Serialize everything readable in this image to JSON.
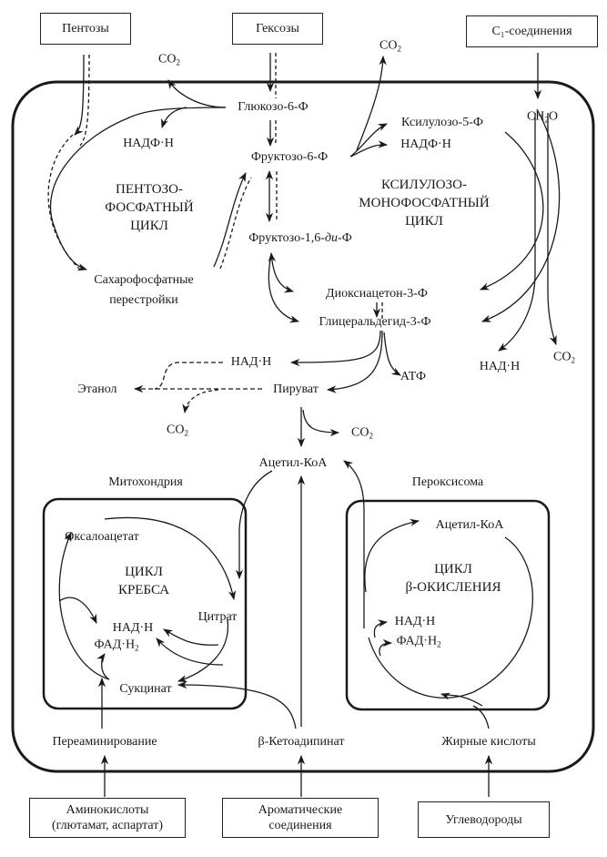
{
  "diagram": {
    "title": "Метаболические пути (клетка)",
    "input_boxes": {
      "pentoses": "Пентозы",
      "hexoses": "Гексозы",
      "c1_compounds": "C₁-соединения",
      "amino_acids_line1": "Аминокислоты",
      "amino_acids_line2": "(глютамат, аспартат)",
      "aromatic_line1": "Ароматические",
      "aromatic_line2": "соединения",
      "hydrocarbons": "Углеводороды"
    },
    "nodes": {
      "glucose6p": "Глюкозо-6-Ф",
      "fructose6p": "Фруктозо-6-Ф",
      "fructose16dp": "Фруктозо-1,6-ди-Ф",
      "xylulose5p": "Ксилулозо-5-Ф",
      "nadph_right": "НАДФ·Н",
      "nadph_left": "НАДФ·Н",
      "co2_top_left": "CO₂",
      "co2_top_mid": "CO₂",
      "ch2o": "CH₂O",
      "sugar_rearr_line1": "Сахарофосфатные",
      "sugar_rearr_line2": "перестройки",
      "dhap": "Диоксиацетон-3-Ф",
      "gap": "Глицеральдегид-3-Ф",
      "nadh_mid": "НАД·Н",
      "atp": "АТФ",
      "ethanol": "Этанол",
      "pyruvate": "Пируват",
      "co2_left": "CO₂",
      "co2_right": "CO₂",
      "acetyl_coa": "Ацетил-КоА",
      "nadh_right": "НАД·Н",
      "co2_far_right": "CO₂",
      "transamination": "Переаминирование",
      "beta_ketoadipate": "β-Кетоадипинат",
      "fatty_acids": "Жирные кислоты"
    },
    "cycles": {
      "pentose_line1": "ПЕНТОЗО-",
      "pentose_line2": "ФОСФАТНЫЙ",
      "pentose_line3": "ЦИКЛ",
      "xylulose_line1": "КСИЛУЛОЗО-",
      "xylulose_line2": "МОНОФОСФАТНЫЙ",
      "xylulose_line3": "ЦИКЛ"
    },
    "mitochondria": {
      "label": "Митохондрия",
      "oxaloacetate": "Оксалоацетат",
      "cycle_line1": "ЦИКЛ",
      "cycle_line2": "КРЕБСА",
      "citrate": "Цитрат",
      "nadh": "НАД·Н",
      "fadh2": "ФАД·Н₂",
      "succinate": "Сукцинат"
    },
    "peroxisome": {
      "label": "Пероксисома",
      "acetyl_coa": "Ацетил-КоА",
      "cycle_line1": "ЦИКЛ",
      "cycle_line2": "β-ОКИСЛЕНИЯ",
      "nadh": "НАД·Н",
      "fadh2": "ФАД·Н₂"
    }
  }
}
